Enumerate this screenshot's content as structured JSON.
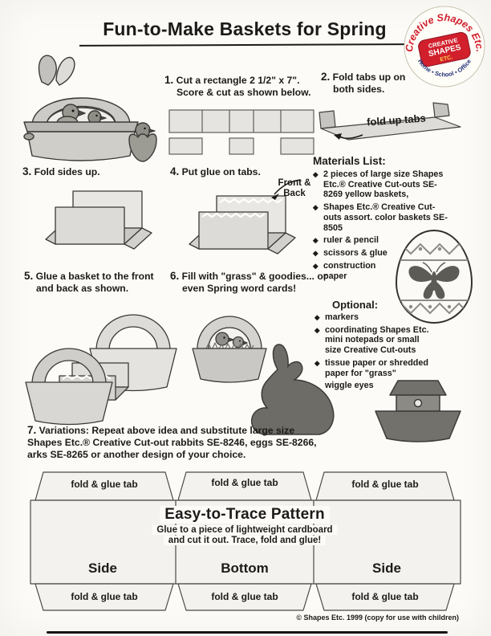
{
  "page": {
    "title": "Fun-to-Make Baskets for Spring",
    "footer": "© Shapes Etc. 1999 (copy for use with children)"
  },
  "colors": {
    "logo_red": "#d1202c",
    "logo_blue": "#27367a",
    "illustration_gray": "#c9c8c4"
  },
  "logo": {
    "arc_text": "Creative Shapes Etc.",
    "badge_line1": "CREATIVE",
    "badge_line2": "SHAPES",
    "badge_line3": "ETC.",
    "bottom_text": "Home • School • Office"
  },
  "icons": {
    "bullet": "◆"
  },
  "steps": [
    {
      "num": "1.",
      "text": "Cut a rectangle 2 1/2\" x 7\". Score & cut as shown below."
    },
    {
      "num": "2.",
      "text": "Fold tabs up on both sides."
    },
    {
      "num": "3.",
      "text": "Fold sides up."
    },
    {
      "num": "4.",
      "text": "Put glue on tabs."
    },
    {
      "num": "5.",
      "text": "Glue a basket to the front and back as shown."
    },
    {
      "num": "6.",
      "text": "Fill with \"grass\" & goodies... or even Spring word cards!"
    },
    {
      "num": "7.",
      "label": "Variations:",
      "text": "Repeat above idea and substitute large size Shapes Etc.® Creative Cut-out rabbits SE-8246, eggs SE-8266, arks SE-8265  or another design of your choice."
    }
  ],
  "diagram_labels": {
    "fold_up_tabs": "fold up tabs",
    "front_back": "Front & Back"
  },
  "materials": {
    "header": "Materials List:",
    "items": [
      "2 pieces of large size Shapes Etc.® Creative Cut-outs SE-8269 yellow baskets,",
      "Shapes Etc.® Creative Cut-outs assort. color baskets SE-8505",
      "ruler & pencil",
      "scissors & glue",
      "construction paper"
    ]
  },
  "optional": {
    "header": "Optional:",
    "items": [
      "markers",
      "coordinating Shapes Etc. mini notepads or small size Creative Cut-outs",
      "tissue paper or shredded paper for \"grass\"",
      "wiggle eyes"
    ]
  },
  "pattern": {
    "title": "Easy-to-Trace Pattern",
    "subtitle_line1": "Glue to a piece of lightweight cardboard",
    "subtitle_line2": "and cut it out. Trace, fold and glue!",
    "tab_label": "fold & glue tab",
    "section_left": "Side",
    "section_middle": "Bottom",
    "section_right": "Side"
  }
}
